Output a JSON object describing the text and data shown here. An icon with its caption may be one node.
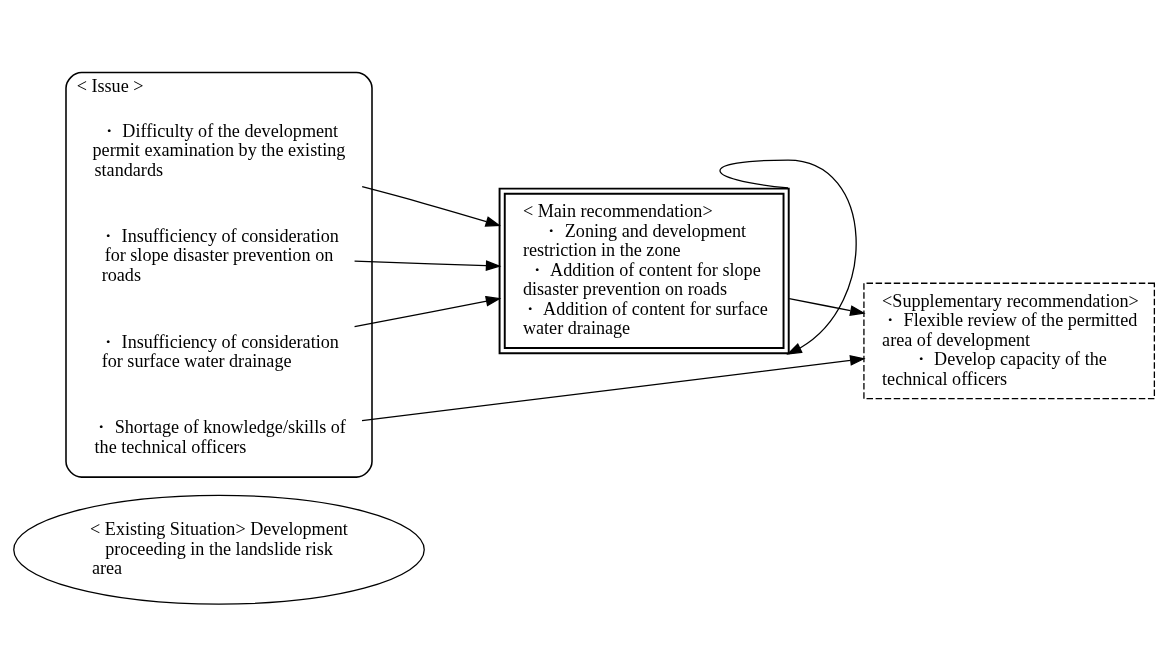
{
  "diagram": {
    "nodes": [
      {
        "text": [
          "< Existing Situation> Development proceeding in the landslide risk area"
        ]
      },
      {
        "text": [
          "< Issue >"
        ]
      },
      {
        "text": [
          "・ Difficulty of the development permit examination by the existing standards"
        ],
        "in": 1
      },
      {
        "text": [
          "・ Insufficiency of consideration for slope disaster prevention on roads"
        ],
        "in": 1
      },
      {
        "text": [
          "・ Insufficiency of consideration for surface water drainage"
        ],
        "in": 1
      },
      {
        "text": [
          "・ Shortage of knowledge/skills of the technical officers"
        ],
        "in": 1
      },
      {
        "text": [
          "< Main recommendation>",
          "・ Zoning and development restriction in the zone",
          "・ Addition of content for slope disaster prevention on roads",
          "・ Addition of content for surface water drainage"
        ]
      },
      {
        "text": [
          "<Supplementary recommendation>",
          "・ Flexible review of the permitted area of development",
          "・ Develop capacity of the technical officers"
        ]
      }
    ],
    "edges": [
      {
        "from": 2,
        "to": 6,
        "arrow": "to"
      },
      {
        "from": 3,
        "to": 6,
        "arrow": "to"
      },
      {
        "from": 4,
        "to": 6,
        "arrow": "to"
      },
      {
        "from": 6,
        "to": 6,
        "arrow": "to"
      },
      {
        "from": 6,
        "to": 7,
        "arrow": "to"
      },
      {
        "from": 5,
        "to": 7,
        "arrow": "to"
      }
    ]
  }
}
